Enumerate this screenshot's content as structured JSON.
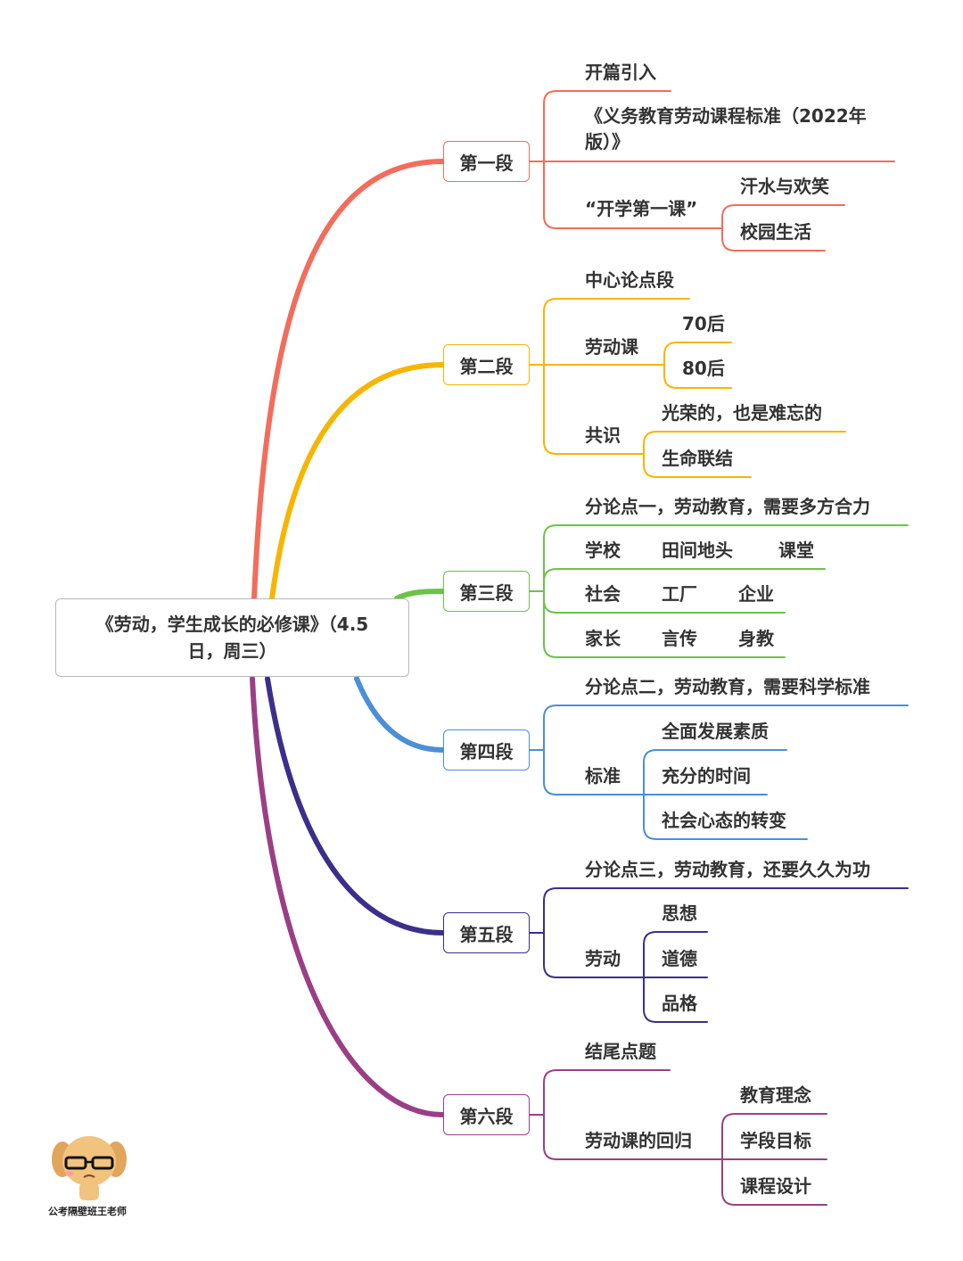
{
  "root": {
    "title": "《劳动，学生成长的必修课》（4.5日，周三）"
  },
  "watermark": "公考隔壁班王老师",
  "sections": [
    {
      "label": "第一段",
      "color": "#F36C5C",
      "items": [
        {
          "text": "开篇引入"
        },
        {
          "text": [
            "《义务教育劳动课程标准（2022年",
            "版）》"
          ]
        },
        {
          "text": "“开学第一课”",
          "children": [
            {
              "text": "汗水与欢笑"
            },
            {
              "text": "校园生活"
            }
          ]
        }
      ]
    },
    {
      "label": "第二段",
      "color": "#F7B500",
      "items": [
        {
          "text": "中心论点段"
        },
        {
          "text": "劳动课",
          "children": [
            {
              "text": "70后"
            },
            {
              "text": "80后"
            }
          ]
        },
        {
          "text": "共识",
          "children": [
            {
              "text": "光荣的，也是难忘的"
            },
            {
              "text": "生命联结"
            }
          ]
        }
      ]
    },
    {
      "label": "第三段",
      "color": "#6CC24A",
      "items": [
        {
          "text": "分论点一，劳动教育，需要多方合力"
        },
        {
          "words": [
            "学校",
            "田间地头",
            "课堂"
          ]
        },
        {
          "words": [
            "社会",
            "工厂",
            "企业"
          ]
        },
        {
          "words": [
            "家长",
            "言传",
            "身教"
          ]
        }
      ]
    },
    {
      "label": "第四段",
      "color": "#4A8FD8",
      "items": [
        {
          "text": "分论点二，劳动教育，需要科学标准"
        },
        {
          "text": "标准",
          "children": [
            {
              "text": "全面发展素质"
            },
            {
              "text": "充分的时间"
            },
            {
              "text": "社会心态的转变"
            }
          ]
        }
      ]
    },
    {
      "label": "第五段",
      "color": "#3B2F8A",
      "items": [
        {
          "text": "分论点三，劳动教育，还要久久为功"
        },
        {
          "text": "劳动",
          "children": [
            {
              "text": "思想"
            },
            {
              "text": "道德"
            },
            {
              "text": "品格"
            }
          ]
        }
      ]
    },
    {
      "label": "第六段",
      "color": "#9A3F86",
      "items": [
        {
          "text": "结尾点题"
        },
        {
          "text": "劳动课的回归",
          "children": [
            {
              "text": "教育理念"
            },
            {
              "text": "学段目标"
            },
            {
              "text": "课程设计"
            }
          ]
        }
      ]
    }
  ]
}
